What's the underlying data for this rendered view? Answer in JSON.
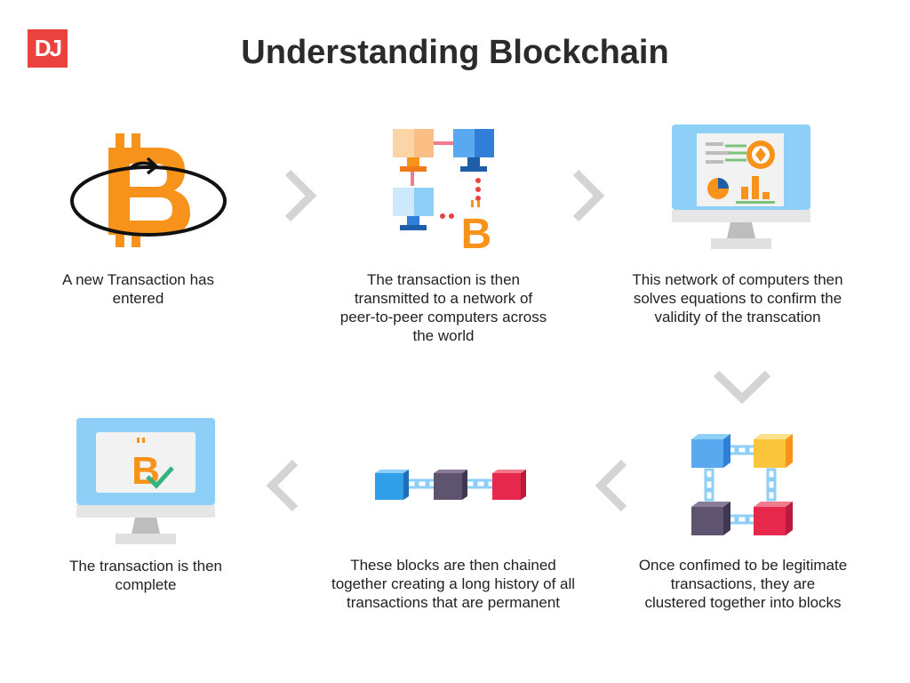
{
  "logo": {
    "text": "DJ"
  },
  "title": "Understanding Blockchain",
  "colors": {
    "brand": "#e9423f",
    "bitcoin": "#f7931a",
    "arrow": "#d4d4d4",
    "screen": "#8ecff7"
  },
  "steps": [
    {
      "icon": "bitcoin-orbit-icon",
      "caption": "A new Transaction has entered"
    },
    {
      "icon": "network-computers-icon",
      "caption": "The transaction is then transmitted to a network of peer-to-peer computers across the world"
    },
    {
      "icon": "monitor-charts-icon",
      "caption": "This network of computers then solves equations to confirm the validity of the transcation"
    },
    {
      "icon": "clustered-blocks-icon",
      "caption": "Once confimed to be legitimate transactions, they are clustered together into blocks"
    },
    {
      "icon": "chained-blocks-icon",
      "caption": "These blocks are then chained together creating a long history of all transactions that are permanent"
    },
    {
      "icon": "monitor-bitcoin-check-icon",
      "caption": "The transaction is then complete"
    }
  ]
}
